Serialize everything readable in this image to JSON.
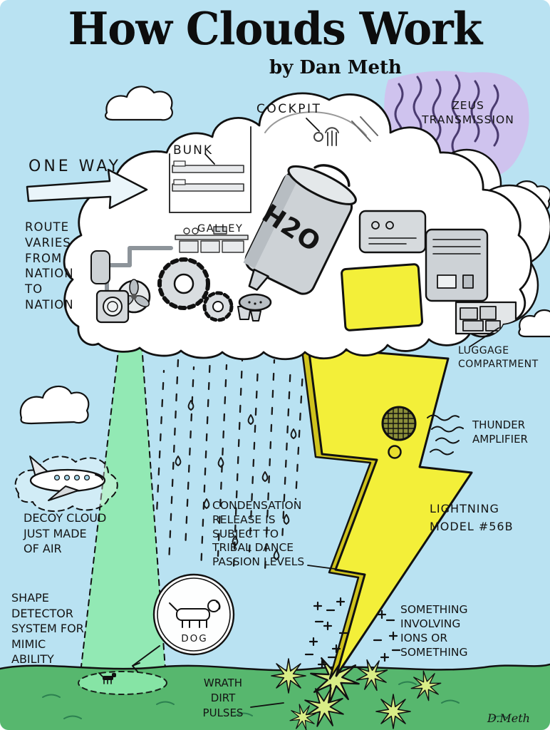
{
  "title": "How Clouds Work",
  "byline": "by Dan Meth",
  "signature": "D.Meth",
  "palette": {
    "sky": "#b9e2f2",
    "grass": "#57b76e",
    "lightning_yellow": "#f3ef39",
    "lightning_shadow": "#cfc31c",
    "beam_green": "#8ce9ab",
    "zeus_lavender": "#cfc3ee",
    "cloud_white": "#ffffff",
    "ink": "#141414"
  },
  "labels": {
    "cockpit": "COCKPIT",
    "bunk": "BUNK",
    "zeus": "ZEUS\nTRANSMISSION",
    "one_way": "ONE WAY",
    "route": "ROUTE\nVARIES\nFROM\nNATION\nTO\nNATION",
    "galley": "GALLEY",
    "luggage": "LUGGAGE\nCOMPARTMENT",
    "thunder": "THUNDER\nAMPLIFIER",
    "lightning": "LIGHTNING\nMODEL #56B",
    "decoy": "DECOY CLOUD\nJUST MADE\nOF AIR",
    "condensation": "CONDENSATION\nRELEASE IS\nSUBJECT TO\nTRIBAL DANCE\nPASSION LEVELS",
    "shape": "SHAPE\nDETECTOR\nSYSTEM FOR\nMIMIC\nABILITY",
    "dog": "DOG",
    "ions": "SOMETHING\nINVOLVING\nIONS OR\nSOMETHING",
    "wrath": "WRATH\nDIRT\nPULSES",
    "h2o": "H2O"
  }
}
